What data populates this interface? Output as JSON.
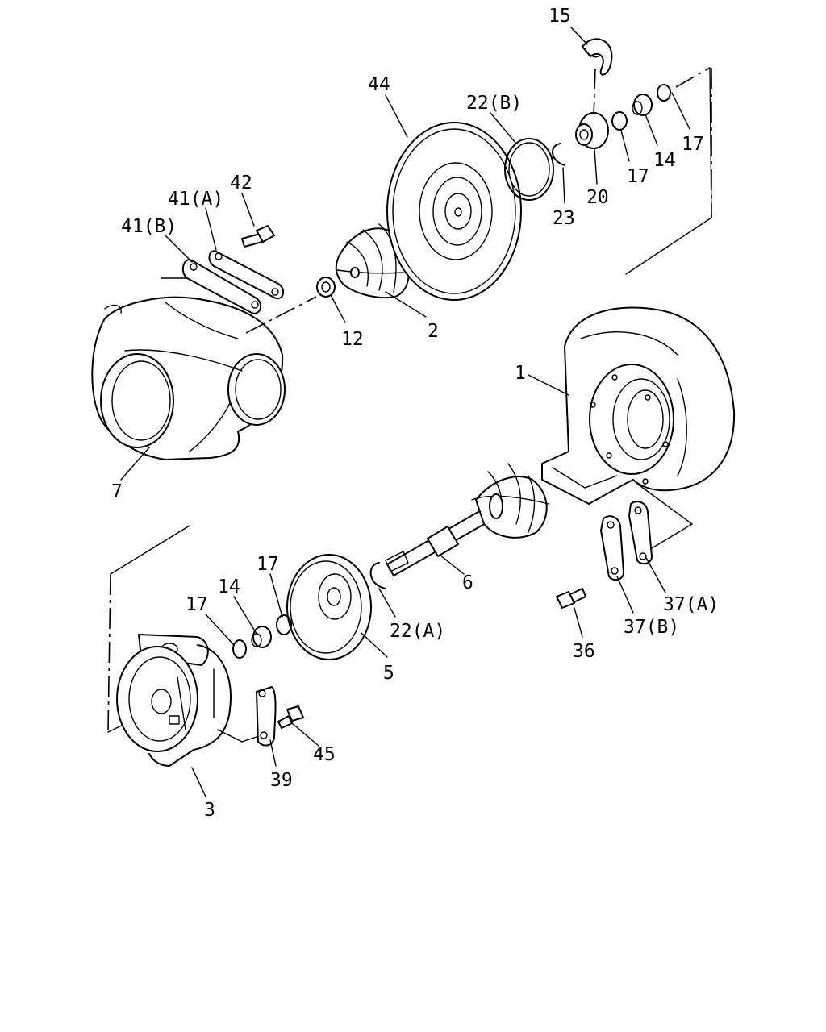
{
  "callouts": [
    {
      "id": "c15",
      "text": "15"
    },
    {
      "id": "c44",
      "text": "44"
    },
    {
      "id": "c22b",
      "text": "22(B)"
    },
    {
      "id": "c17a",
      "text": "17"
    },
    {
      "id": "c42",
      "text": "42"
    },
    {
      "id": "c41a",
      "text": "41(A)"
    },
    {
      "id": "c41b",
      "text": "41(B)"
    },
    {
      "id": "c14a",
      "text": "14"
    },
    {
      "id": "c17b",
      "text": "17"
    },
    {
      "id": "c20",
      "text": "20"
    },
    {
      "id": "c23",
      "text": "23"
    },
    {
      "id": "c2",
      "text": "2"
    },
    {
      "id": "c12",
      "text": "12"
    },
    {
      "id": "c1",
      "text": "1"
    },
    {
      "id": "c7",
      "text": "7"
    },
    {
      "id": "c17c",
      "text": "17"
    },
    {
      "id": "c14b",
      "text": "14"
    },
    {
      "id": "c17d",
      "text": "17"
    },
    {
      "id": "c6",
      "text": "6"
    },
    {
      "id": "c22a",
      "text": "22(A)"
    },
    {
      "id": "c37a",
      "text": "37(A)"
    },
    {
      "id": "c37b",
      "text": "37(B)"
    },
    {
      "id": "c36",
      "text": "36"
    },
    {
      "id": "c5",
      "text": "5"
    },
    {
      "id": "c45",
      "text": "45"
    },
    {
      "id": "c39",
      "text": "39"
    },
    {
      "id": "c3",
      "text": "3"
    }
  ]
}
